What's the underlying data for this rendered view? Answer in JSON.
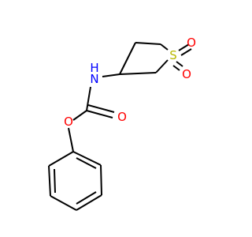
{
  "molecule": {
    "atoms": {
      "sulfur": {
        "symbol": "S",
        "color": "#B8B800"
      },
      "sulfone_oxygen_1": {
        "symbol": "O",
        "color": "#FF0000"
      },
      "sulfone_oxygen_2": {
        "symbol": "O",
        "color": "#FF0000"
      },
      "amine_nitrogen": {
        "symbol": "N",
        "color": "#0000FF"
      },
      "amine_hydrogen": {
        "symbol": "H",
        "color": "#0000FF"
      },
      "carbonyl_oxygen": {
        "symbol": "O",
        "color": "#FF0000"
      },
      "ester_oxygen": {
        "symbol": "O",
        "color": "#FF0000"
      }
    },
    "bond_color": "#000000",
    "background": "#FFFFFF"
  }
}
